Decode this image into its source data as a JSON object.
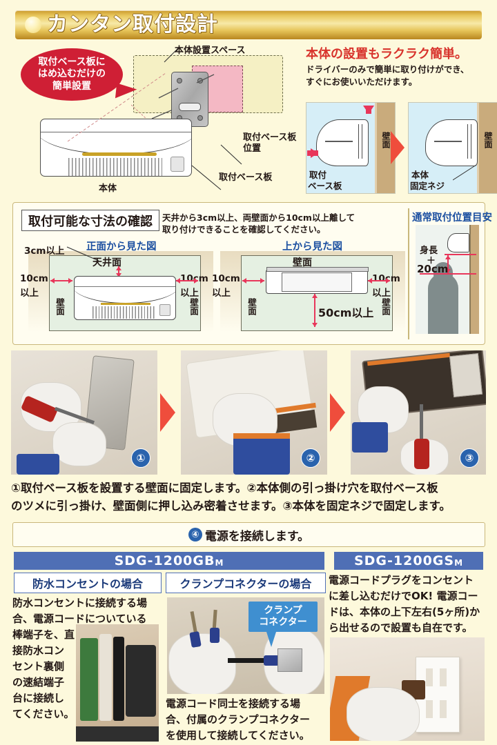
{
  "header": {
    "title": "カンタン取付設計",
    "bullet_icon": "dot-icon"
  },
  "top_section": {
    "callout": "取付ベース板に\nはめ込むだけの\n簡単設置",
    "callout_line1": "取付ベース板に",
    "callout_line2": "はめ込むだけの",
    "callout_line3": "簡単設置",
    "labels": {
      "install_space": "本体設置スペース",
      "base_plate_position": "取付ベース板\n位置",
      "base_plate_position_l1": "取付ベース板",
      "base_plate_position_l2": "位置",
      "base_plate": "取付ベース板",
      "main_unit": "本体"
    },
    "right": {
      "heading": "本体の設置もラクラク簡単。",
      "body_line1": "ドライバーのみで簡単に取り付けができ、",
      "body_line2": "すぐにお使いいただけます。",
      "panel1": {
        "label_base_plate_l1": "取付",
        "label_base_plate_l2": "ベース板",
        "label_wall": "壁面"
      },
      "panel2": {
        "label_fix_screw_l1": "本体",
        "label_fix_screw_l2": "固定ネジ",
        "label_wall": "壁面"
      }
    }
  },
  "dimension_section": {
    "title": "取付可能な寸法の確認",
    "note_line1": "天井から3cm以上、両壁面から10cm以上離して",
    "note_line2": "取り付けできることを確認してください。",
    "front_view": {
      "title": "正面から見た図",
      "ceiling": "天井面",
      "top_clearance": "3cm以上",
      "left_clearance_l1": "10cm",
      "left_clearance_l2": "以上",
      "right_clearance_l1": "10cm",
      "right_clearance_l2": "以上",
      "wall_left": "壁面",
      "wall_right": "壁面"
    },
    "top_view": {
      "title": "上から見た図",
      "wall_top": "壁面",
      "left_clearance_l1": "10cm",
      "left_clearance_l2": "以上",
      "right_clearance_l1": "10cm",
      "right_clearance_l2": "以上",
      "front_clearance": "50cm以上",
      "wall_left": "壁面",
      "wall_right": "壁面"
    },
    "height_guide": {
      "title": "通常取付位置目安",
      "line1": "身長",
      "line2": "＋",
      "line3": "20cm"
    }
  },
  "steps": {
    "photos": [
      {
        "badge": "①",
        "alt": "取付ベース板を壁面にドライバーで固定"
      },
      {
        "badge": "②",
        "alt": "本体を取付ベース板に引っ掛けて押し込む"
      },
      {
        "badge": "③",
        "alt": "本体を固定ネジで固定"
      }
    ],
    "caption_line1": "①取付ベース板を設置する壁面に固定します。②本体側の引っ掛け穴を取付ベース板",
    "caption_line2": "のツメに引っ掛け、壁面側に押し込み密着させます。③本体を固定ネジで固定します。",
    "step4_badge": "④",
    "step4_text": "電源を接続します。"
  },
  "bottom": {
    "left": {
      "model": "SDG-1200GB",
      "model_sub": "M",
      "subhead_a": "防水コンセントの場合",
      "subhead_b": "クランプコネクターの場合",
      "text_a_line1": "防水コンセントに接続する場",
      "text_a_line2": "合、電源コードについている",
      "text_a_line3": "棒端子を、直",
      "text_a_line4": "接防水コン",
      "text_a_line5": "セント裏側",
      "text_a_line6": "の速結端子",
      "text_a_line7": "台に接続し",
      "text_a_line8": "てください。",
      "callout_b_line1": "クランプ",
      "callout_b_line2": "コネクター",
      "text_b_line1": "電源コード同士を接続する場",
      "text_b_line2": "合、付属のクランプコネクター",
      "text_b_line3": "を使用して接続してください。"
    },
    "right": {
      "model": "SDG-1200GS",
      "model_sub": "M",
      "text_line1": "電源コードプラグをコンセント",
      "text_line2": "に差し込むだけでOK! 電源コー",
      "text_line3": "ドは、本体の上下左右(5ヶ所)か",
      "text_line4": "ら出せるので設置も自在です。"
    }
  },
  "colors": {
    "page_bg": "#fdf9dc",
    "gold_header": "#d9ae3d",
    "callout_red": "#cf1f35",
    "accent_red": "#e8365a",
    "arrow_red": "#ef4d3c",
    "model_blue": "#4f6fb5",
    "badge_blue": "#2a63ad",
    "view_green": "#e5f0e2",
    "wall_tan": "#c9ab7c",
    "pink_plate": "#f4b8c4"
  }
}
